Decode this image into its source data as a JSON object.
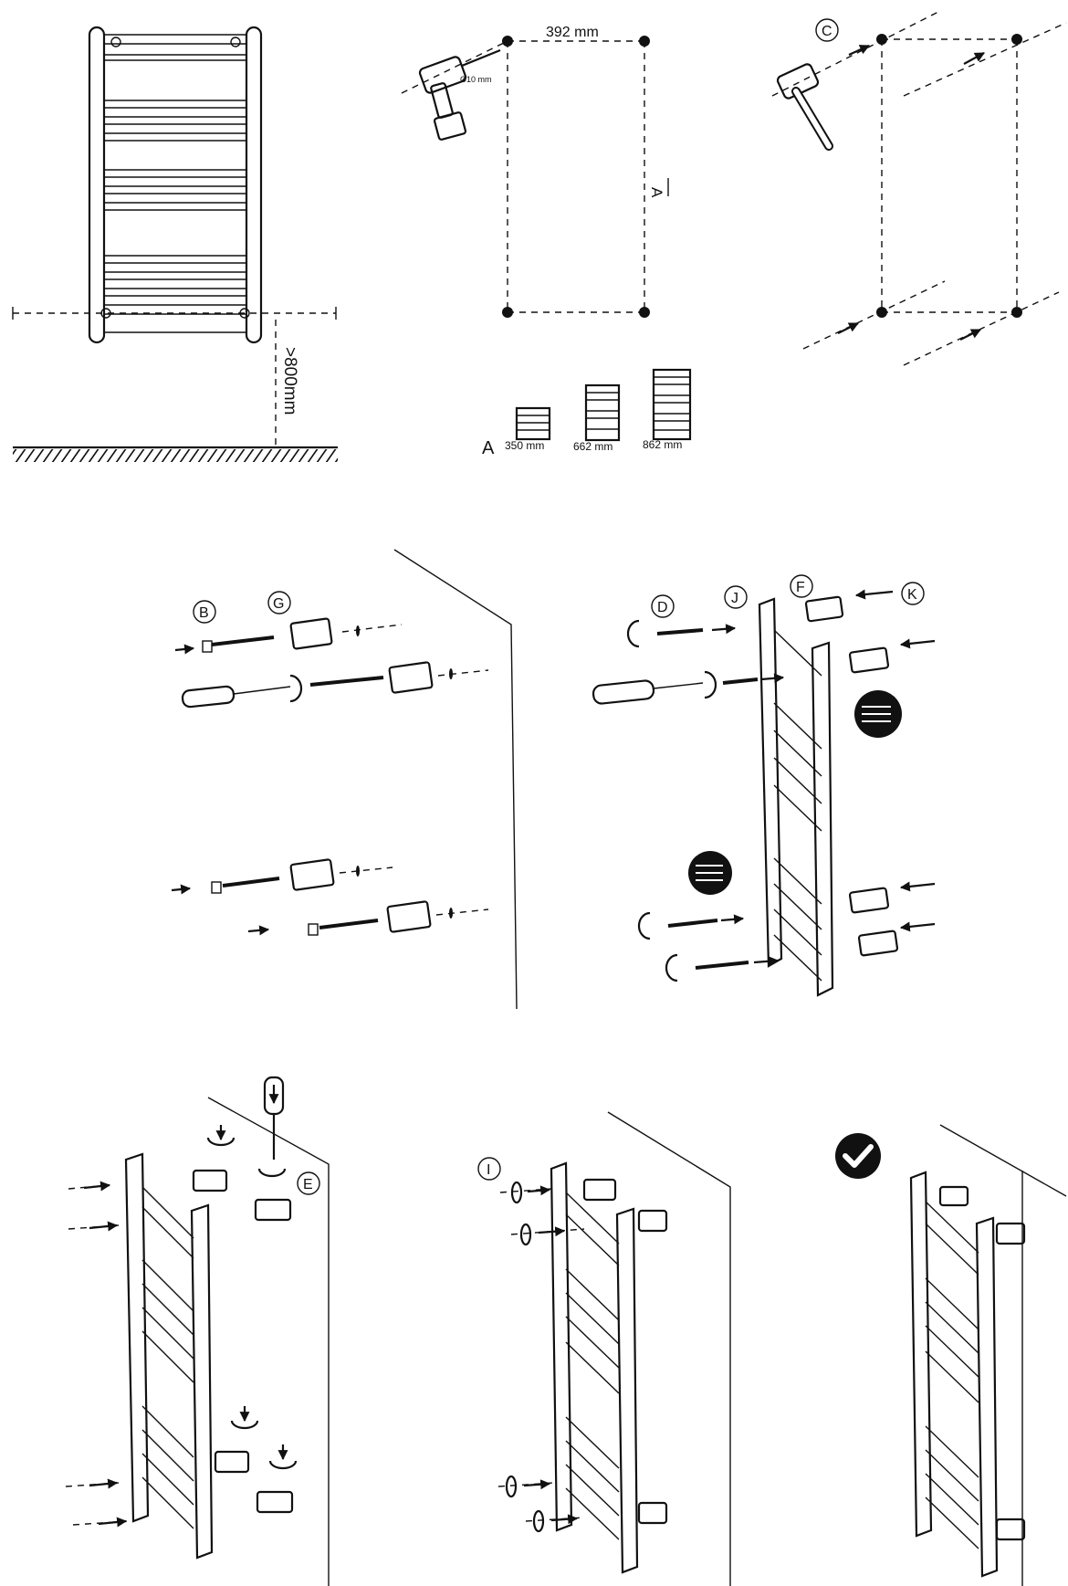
{
  "panel1": {
    "height_label": ">800mm"
  },
  "panel2": {
    "width_label": "392 mm",
    "drill_label": "Ø10 mm",
    "height_marker": "A",
    "sizes_marker": "A",
    "sizes": [
      "350 mm",
      "662 mm",
      "862 mm"
    ]
  },
  "panel3": {
    "part_label": "C"
  },
  "panel4": {
    "part_labels": [
      "B",
      "G"
    ]
  },
  "panel5": {
    "part_labels": [
      "D",
      "J",
      "F",
      "K"
    ]
  },
  "panel6": {
    "part_label": "E"
  },
  "panel7": {
    "part_label": "I"
  },
  "panel8": {
    "status_icon": "checkmark-icon"
  }
}
